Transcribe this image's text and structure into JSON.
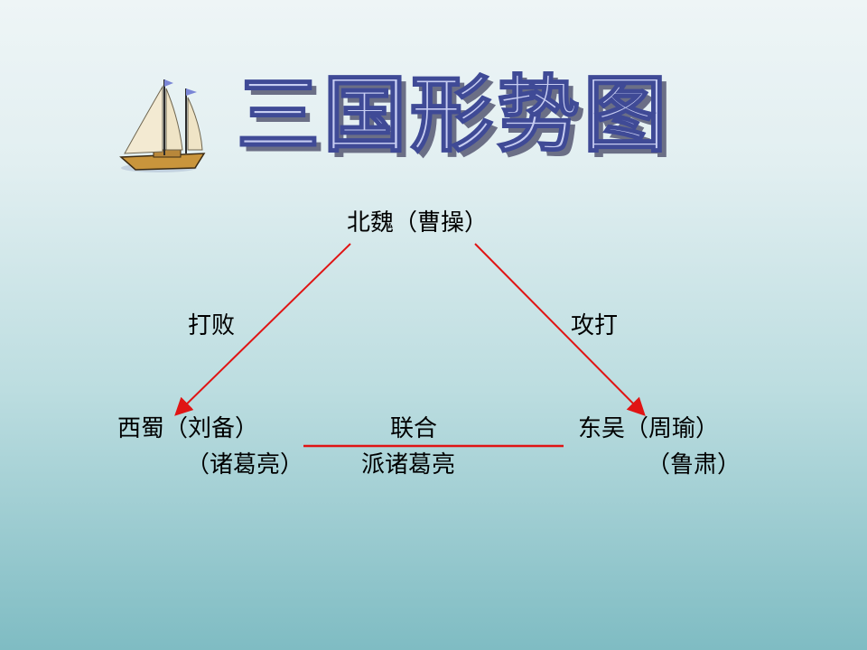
{
  "slide": {
    "title": "三国形势图",
    "boat_icon": "sailboat-icon"
  },
  "diagram": {
    "top_node": "北魏（曹操）",
    "left_node": {
      "line1": "西蜀（刘备）",
      "line2": "（诸葛亮）"
    },
    "right_node": {
      "line1": "东吴（周瑜）",
      "line2": "（鲁肃）"
    },
    "edge_labels": {
      "left": "打败",
      "right": "攻打",
      "bottom_line1": "联合",
      "bottom_line2": "派诸葛亮"
    },
    "edge_color": "#e01414"
  }
}
